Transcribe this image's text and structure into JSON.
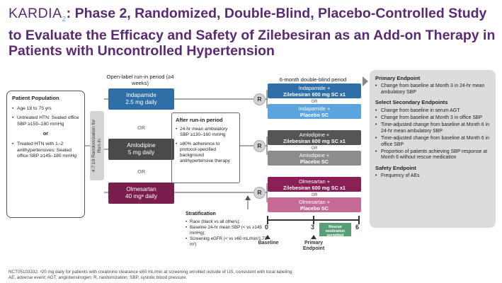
{
  "header": {
    "brand": "KARDIA",
    "brand_sub": "2",
    "title_rest": ": Phase 2, Randomized, Double-Blind, Placebo-Controlled Study to Evaluate the Efficacy and Safety of Zilebesiran as an Add-on Therapy in Patients with Uncontrolled Hypertension"
  },
  "population": {
    "title": "Patient Population",
    "items": [
      "Age 18 to 75 yrs",
      "Untreated HTN: Seated office SBP ≥155–180 mmHg",
      "Treated HTN with 1–2 antihypertensives: Seated office SBP ≥145–180 mmHg"
    ],
    "or_label": "or"
  },
  "randomization": {
    "label": "4:7:10 Randomization for Run-In"
  },
  "runin": {
    "title": "Open-label run-in period (≥4 weeks)",
    "or_label": "OR",
    "drugs": [
      {
        "name": "Indapamide",
        "dose": "2.5 mg daily",
        "color": "#2f6fa7"
      },
      {
        "name": "Amlodipine",
        "dose": "5 mg daily",
        "color": "#4a4a4a"
      },
      {
        "name": "Olmesartan",
        "dose": "40 mgᵃ daily",
        "color": "#7a1f4d"
      }
    ]
  },
  "after_runin": {
    "title": "After run-in period",
    "items": [
      "24-hr mean ambulatory SBP ≥130–160 mmHg",
      "≥80% adherence to protocol-specified background antihypertensive therapy"
    ]
  },
  "double_blind": {
    "title": "6-month double-blind period",
    "r_label": "R",
    "or_label": "OR",
    "groups": [
      {
        "drug": "Indapamide +",
        "active": "Zilebesiran 600 mg SC x1",
        "placebo_drug": "Indapamide +",
        "placebo": "Placebo SC",
        "color_active": "#2f6fa7",
        "color_placebo": "#5aa5de"
      },
      {
        "drug": "Amlodipine +",
        "active": "Zilebesiran 600 mg SC x1",
        "placebo_drug": "Amlodipine +",
        "placebo": "Placebo SC",
        "color_active": "#555555",
        "color_placebo": "#8c8c8c"
      },
      {
        "drug": "Olmesartan +",
        "active": "Zilebesiran 600 mg SC x1",
        "placebo_drug": "Olmesartan +",
        "placebo": "Placebo SC",
        "color_active": "#8a1f55",
        "color_placebo": "#c56a95"
      }
    ]
  },
  "stratification": {
    "title": "Stratification",
    "items": [
      "Race (black vs all others);",
      "Baseline 24-hr mean SBP (< vs ≥145 mmHg);",
      "Screening eGFR (< vs ≥60 mL/min/1.73 m²)"
    ]
  },
  "timeline": {
    "ticks": [
      "0",
      "3",
      "6"
    ],
    "baseline_label": "Baseline",
    "primary_label": "Primary Endpoint",
    "rescue_label": "Rescue medication permitted"
  },
  "endpoints": {
    "primary_title": "Primary Endpoint",
    "primary_items": [
      "Change from baseline at Month 3 in 24-hr mean ambulatory SBP"
    ],
    "secondary_title": "Select Secondary Endpoints",
    "secondary_items": [
      "Change from baseline in serum AGT",
      "Change from baseline at Month 3 in office SBP",
      "Time-adjusted change from baseline at Month 6 in 24-hr mean ambulatory SBP",
      "Time-adjusted change from baseline at Month 6 in office SBP",
      "Proportion of patients achieving SBP response at Month 6 without rescue medication"
    ],
    "safety_title": "Safety Endpoint",
    "safety_items": [
      "Frequency of AEs"
    ]
  },
  "footnote": {
    "line1": "NCT05103332. ᵃ20 mg daily for patients with creatinine clearance ≤60 mL/min at screening enrolled outside of US, consistent with local labeling.",
    "line2": "AE, adverse event; AGT, angiotensinogen; R, randomization; SBP, systolic blood pressure."
  }
}
